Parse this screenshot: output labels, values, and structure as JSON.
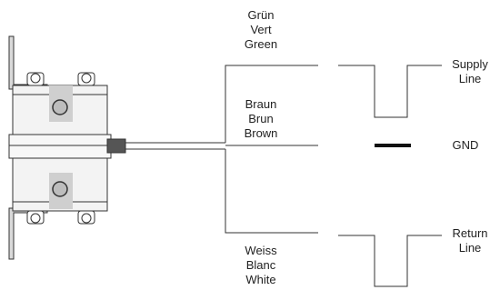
{
  "labels": {
    "green": [
      "Grün",
      "Vert",
      "Green"
    ],
    "brown": [
      "Braun",
      "Brun",
      "Brown"
    ],
    "white": [
      "Weiss",
      "Blanc",
      "White"
    ],
    "supply": [
      "Supply",
      "Line"
    ],
    "gnd": "GND",
    "return": [
      "Return",
      "Line"
    ]
  },
  "colors": {
    "line": "#333333",
    "device_body": "#f2f2f2",
    "device_shade": "#cfcfcf",
    "dark_part": "#555555"
  }
}
